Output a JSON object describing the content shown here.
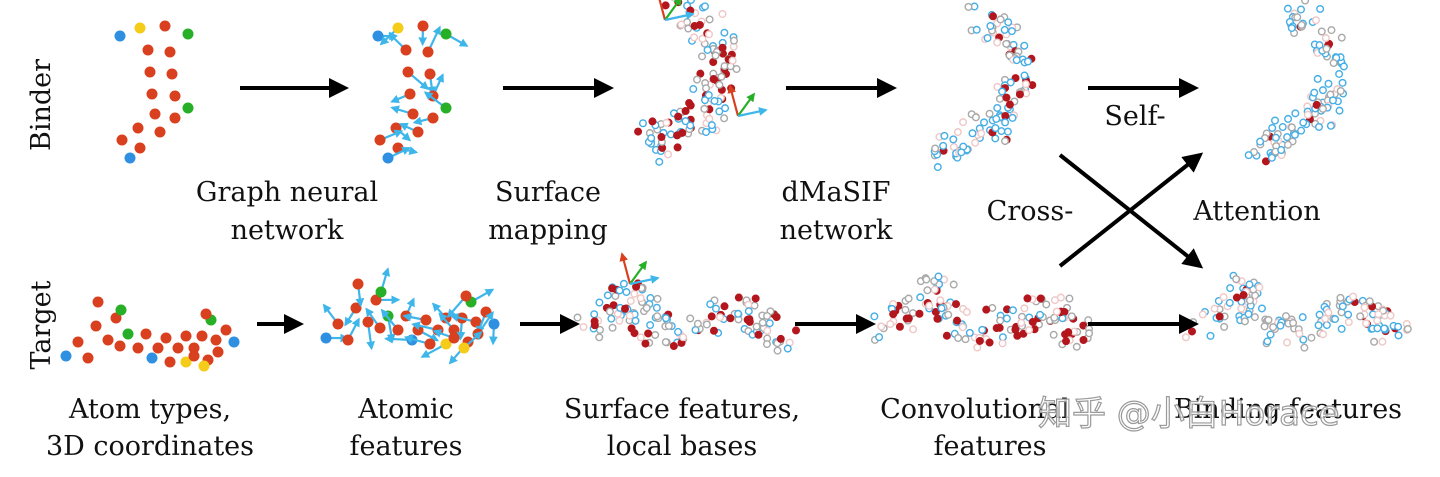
{
  "row_labels": {
    "binder": "Binder",
    "target": "Target"
  },
  "stage_labels": {
    "graph_nn": [
      "Graph neural",
      "network"
    ],
    "surface_mapping": [
      "Surface",
      "mapping"
    ],
    "dmasif": [
      "dMaSIF",
      "network"
    ],
    "atom_types": [
      "Atom types,",
      "3D coordinates"
    ],
    "atomic_features": [
      "Atomic",
      "features"
    ],
    "surface_features": [
      "Surface features,",
      "local bases"
    ],
    "conv_features": [
      "Convolutional",
      "features"
    ],
    "binding_features": "Binding features"
  },
  "attention_labels": {
    "self": "Self-",
    "cross": "Cross-",
    "attention": "Attention"
  },
  "watermark": "知乎 @小白Horace",
  "colors": {
    "atom_red": "#d8401f",
    "atom_green": "#27b027",
    "atom_blue": "#2f8fe0",
    "atom_yellow": "#f5cc1a",
    "arrow_cyan": "#3fb6ea",
    "surface_dark_red": "#b3161c",
    "surface_blue": "#45aee6",
    "surface_gray": "#a9a9a9",
    "surface_pink": "#efc7c7",
    "arrow_black": "#000000"
  }
}
